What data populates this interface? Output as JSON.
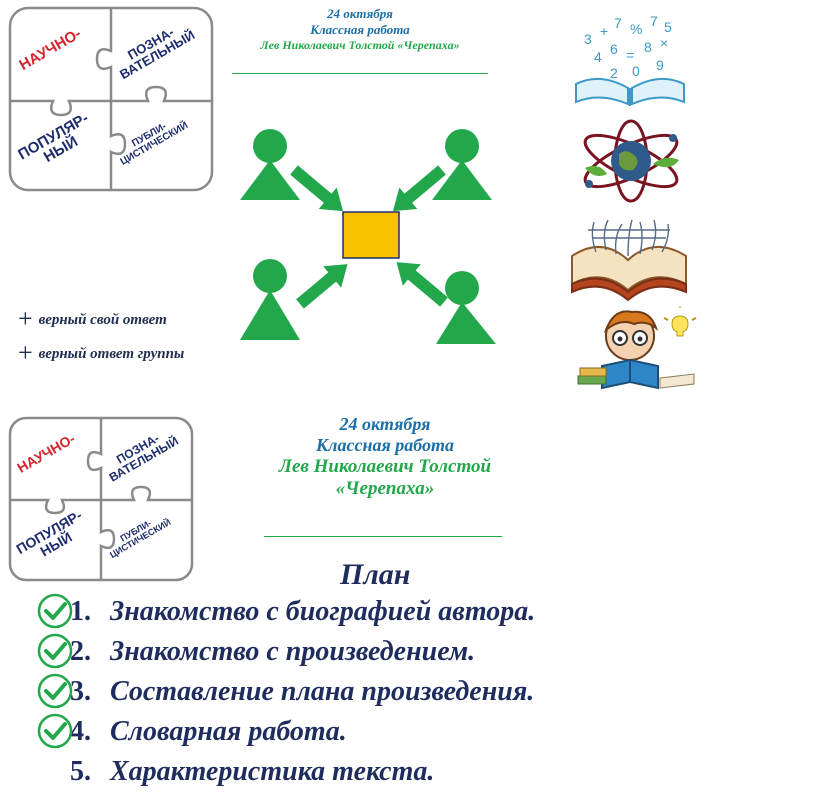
{
  "puzzle": {
    "piece1": "НАУЧНО-",
    "piece2_line1": "ПОЗНА-",
    "piece2_line2": "ВАТЕЛЬНЫЙ",
    "piece3_line1": "ПОПУЛЯР-",
    "piece3_line2": "НЫЙ",
    "piece4_line1": "ПУБЛИ-",
    "piece4_line2": "ЦИСТИЧЕСКИЙ"
  },
  "header_top": {
    "date": "24 октября",
    "work": "Классная работа",
    "title": "Лев Николаевич Толстой «Черепаха»"
  },
  "header_bottom": {
    "date": "24 октября",
    "work": "Классная работа",
    "author": "Лев Николаевич Толстой",
    "title": "«Черепаха»"
  },
  "legend": {
    "plus_symbol": "+",
    "own_answer": "верный свой ответ",
    "group_answer": "верный ответ группы"
  },
  "plan": {
    "title": "План",
    "items": [
      {
        "num": "1.",
        "text": "Знакомство с биографией автора.",
        "checked": true
      },
      {
        "num": "2.",
        "text": "Знакомство с произведением.",
        "checked": true
      },
      {
        "num": "3.",
        "text": "Составление плана произведения.",
        "checked": true
      },
      {
        "num": "4.",
        "text": "Словарная работа.",
        "checked": true
      },
      {
        "num": "5.",
        "text": "Характеристика текста.",
        "checked": false
      }
    ]
  },
  "colors": {
    "red": "#d3262e",
    "navy": "#1f2d6e",
    "teal": "#1b6fa8",
    "green": "#22a84a",
    "orange_square": "#f8c200"
  },
  "icons": [
    "open-book-numbers-icon",
    "atom-globe-icon",
    "open-book-old-icon",
    "reading-boy-icon"
  ]
}
